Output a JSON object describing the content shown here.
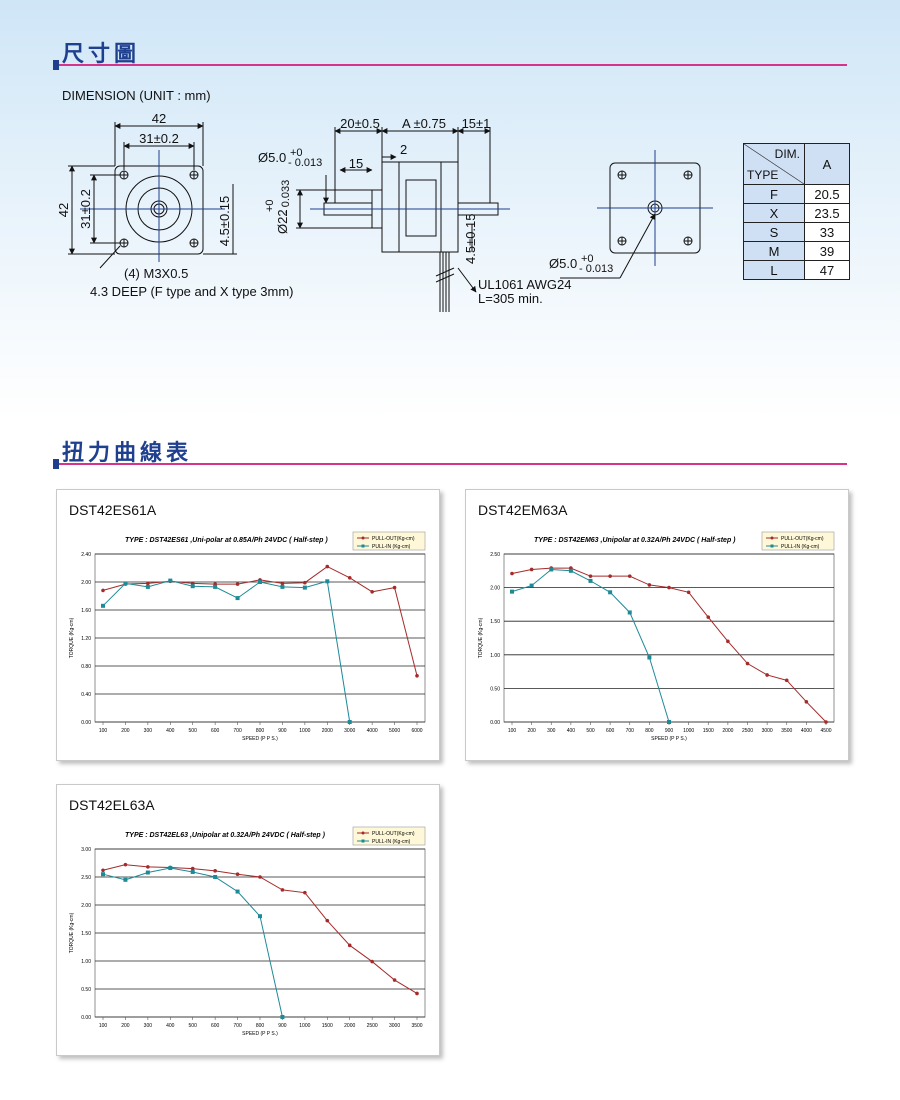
{
  "section1": {
    "title": "尺寸圖"
  },
  "section2": {
    "title": "扭力曲線表"
  },
  "dimension_label": "DIMENSION (UNIT : mm)",
  "drawing": {
    "front_width": "42",
    "front_pitch": "31±0.2",
    "front_height": "42",
    "front_pitch_v": "31±0.2",
    "front_offset": "4.5±0.15",
    "screw_note": "(4) M3X0.5",
    "depth_note": "4.3 DEEP (F type and X type 3mm)",
    "side_shaft_len": "20±0.5",
    "side_body_len": "A ±0.75",
    "side_rear_len": "15±1",
    "side_flat": "15",
    "side_boss": "2",
    "side_shaft_dia": "Ø5.0",
    "side_shaft_tol_top": "+0",
    "side_shaft_tol_bot": "- 0.013",
    "side_boss_dia": "Ø22",
    "side_boss_tol_top": "+0",
    "side_boss_tol_bot": "- 0.033",
    "side_offset": "4.5±0.15",
    "cable_1": "UL1061 AWG24",
    "cable_2": "L=305 min.",
    "rear_shaft_dia": "Ø5.0",
    "rear_tol_top": "+0",
    "rear_tol_bot": "- 0.013"
  },
  "dim_table": {
    "header_dim": "DIM.",
    "header_type": "TYPE",
    "header_a": "A",
    "rows": [
      {
        "type": "F",
        "a": "20.5"
      },
      {
        "type": "X",
        "a": "23.5"
      },
      {
        "type": "S",
        "a": "33"
      },
      {
        "type": "M",
        "a": "39"
      },
      {
        "type": "L",
        "a": "47"
      }
    ]
  },
  "chart_data": [
    {
      "panel_title": "DST42ES61A",
      "title": "TYPE : DST42ES61 ,Uni-polar at 0.85A/Ph 24VDC ( Half-step )",
      "type": "line",
      "xlabel": "SPEED (P P S.)",
      "ylabel": "TORQUE (Kg-cm)",
      "categories": [
        "100",
        "200",
        "300",
        "400",
        "500",
        "600",
        "700",
        "800",
        "900",
        "1000",
        "2000",
        "3000",
        "4000",
        "5000",
        "6000"
      ],
      "yticks": [
        "2.40",
        "2.00",
        "1.60",
        "1.20",
        "0.80",
        "0.40",
        "0.00"
      ],
      "ylim": [
        0,
        2.4
      ],
      "series": [
        {
          "name": "PULL-OUT(Kg-cm)",
          "color": "#a52a2a",
          "values": [
            1.88,
            1.97,
            1.98,
            2.01,
            1.98,
            1.97,
            1.97,
            2.03,
            1.98,
            1.99,
            2.22,
            2.06,
            1.86,
            1.92,
            0.66
          ]
        },
        {
          "name": "PULL-IN  (Kg-cm)",
          "color": "#1d8a96",
          "values": [
            1.66,
            1.98,
            1.93,
            2.02,
            1.94,
            1.93,
            1.77,
            2.0,
            1.93,
            1.92,
            2.01,
            0.0
          ]
        }
      ]
    },
    {
      "panel_title": "DST42EM63A",
      "title": "TYPE : DST42EM63 ,Unipolar at 0.32A/Ph 24VDC ( Half-step )",
      "type": "line",
      "xlabel": "SPEED (P P S.)",
      "ylabel": "TORQUE (Kg-cm)",
      "categories": [
        "100",
        "200",
        "300",
        "400",
        "500",
        "600",
        "700",
        "800",
        "900",
        "1000",
        "1500",
        "2000",
        "2500",
        "3000",
        "3500",
        "4000",
        "4500"
      ],
      "yticks": [
        "2.50",
        "2.00",
        "1.50",
        "1.00",
        "0.50",
        "0.00"
      ],
      "ylim": [
        0,
        2.5
      ],
      "series": [
        {
          "name": "PULL-OUT(Kg-cm)",
          "color": "#a52a2a",
          "values": [
            2.21,
            2.27,
            2.29,
            2.29,
            2.17,
            2.17,
            2.17,
            2.04,
            2.0,
            1.93,
            1.56,
            1.2,
            0.87,
            0.7,
            0.62,
            0.3,
            0.0
          ]
        },
        {
          "name": "PULL-IN  (Kg-cm)",
          "color": "#1d8a96",
          "values": [
            1.94,
            2.03,
            2.27,
            2.25,
            2.1,
            1.93,
            1.63,
            0.96,
            0.0
          ]
        }
      ]
    },
    {
      "panel_title": "DST42EL63A",
      "title": "TYPE : DST42EL63 ,Unipolar at 0.32A/Ph 24VDC ( Half-step )",
      "type": "line",
      "xlabel": "SPEED (P P S.)",
      "ylabel": "TORQUE (Kg-cm)",
      "categories": [
        "100",
        "200",
        "300",
        "400",
        "500",
        "600",
        "700",
        "800",
        "900",
        "1000",
        "1500",
        "2000",
        "2500",
        "3000",
        "3500"
      ],
      "yticks": [
        "3.00",
        "2.50",
        "2.00",
        "1.50",
        "1.00",
        "0.50",
        "0.00"
      ],
      "ylim": [
        0,
        3.0
      ],
      "series": [
        {
          "name": "PULL-OUT(Kg-cm)",
          "color": "#a52a2a",
          "values": [
            2.62,
            2.72,
            2.68,
            2.67,
            2.65,
            2.61,
            2.55,
            2.5,
            2.27,
            2.22,
            1.72,
            1.28,
            0.99,
            0.66,
            0.42
          ]
        },
        {
          "name": "PULL-IN  (Kg-cm)",
          "color": "#1d8a96",
          "values": [
            2.55,
            2.45,
            2.58,
            2.66,
            2.59,
            2.5,
            2.24,
            1.8,
            0.0
          ]
        }
      ]
    }
  ]
}
